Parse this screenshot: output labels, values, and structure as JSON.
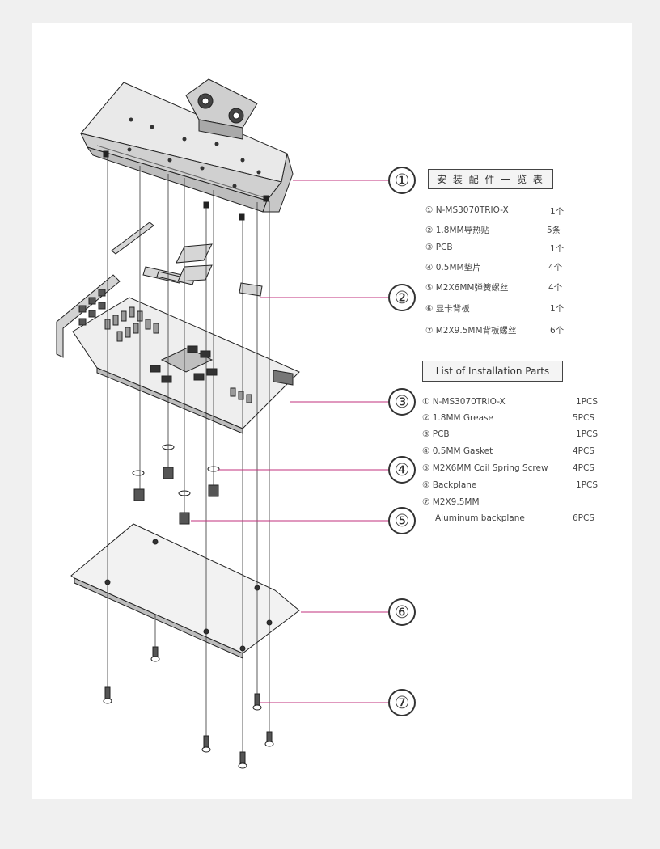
{
  "callouts": [
    "①",
    "②",
    "③",
    "④",
    "⑤",
    "⑥",
    "⑦"
  ],
  "cn_title": "安 装 配 件 一 览 表",
  "cn_list": [
    {
      "name": "① N-MS3070TRIO-X",
      "qty": "1个"
    },
    {
      "name": "② 1.8MM导热贴",
      "qty": "5条"
    },
    {
      "name": "③ PCB",
      "qty": "1个"
    },
    {
      "name": "④ 0.5MM垫片",
      "qty": "4个"
    },
    {
      "name": "⑤ M2X6MM弹簧螺丝",
      "qty": "4个"
    },
    {
      "name": "⑥ 显卡背板",
      "qty": "1个"
    },
    {
      "name": "⑦ M2X9.5MM背板螺丝",
      "qty": "6个"
    }
  ],
  "en_title": "List of Installation Parts",
  "en_list": [
    {
      "name": "① N-MS3070TRIO-X",
      "qty": "1PCS"
    },
    {
      "name": "② 1.8MM Grease",
      "qty": "5PCS"
    },
    {
      "name": "③ PCB",
      "qty": "1PCS"
    },
    {
      "name": "④ 0.5MM Gasket",
      "qty": "4PCS"
    },
    {
      "name": "⑤ M2X6MM Coil Spring Screw",
      "qty": "4PCS"
    },
    {
      "name": "⑥ Backplane",
      "qty": "1PCS"
    },
    {
      "name": "⑦ M2X9.5MM",
      "qty": ""
    },
    {
      "name": "Aluminum backplane",
      "qty": "6PCS"
    }
  ]
}
